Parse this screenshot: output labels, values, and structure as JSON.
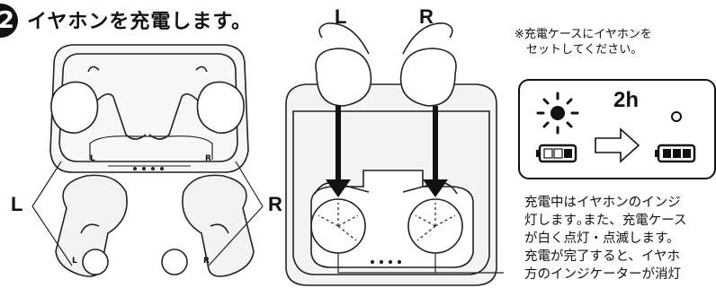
{
  "step": {
    "number": "2",
    "title": "イヤホンを充電します。"
  },
  "labels": {
    "left": "L",
    "right": "R",
    "case_left": "L",
    "case_right": "R",
    "earbud_left": "L",
    "earbud_right": "R"
  },
  "note": "※充電ケースにイヤホンを\n　セットしてください。",
  "indicator_panel": {
    "duration": "2h",
    "battery_start_level": 0.5,
    "battery_end_level": 1.0
  },
  "description": "充電中はイヤホンのインジ\n灯します｡また、充電ケース\nが白く点灯・点滅します。\n充電が完了すると、イヤホ\n方のインジケーターが消灯"
}
